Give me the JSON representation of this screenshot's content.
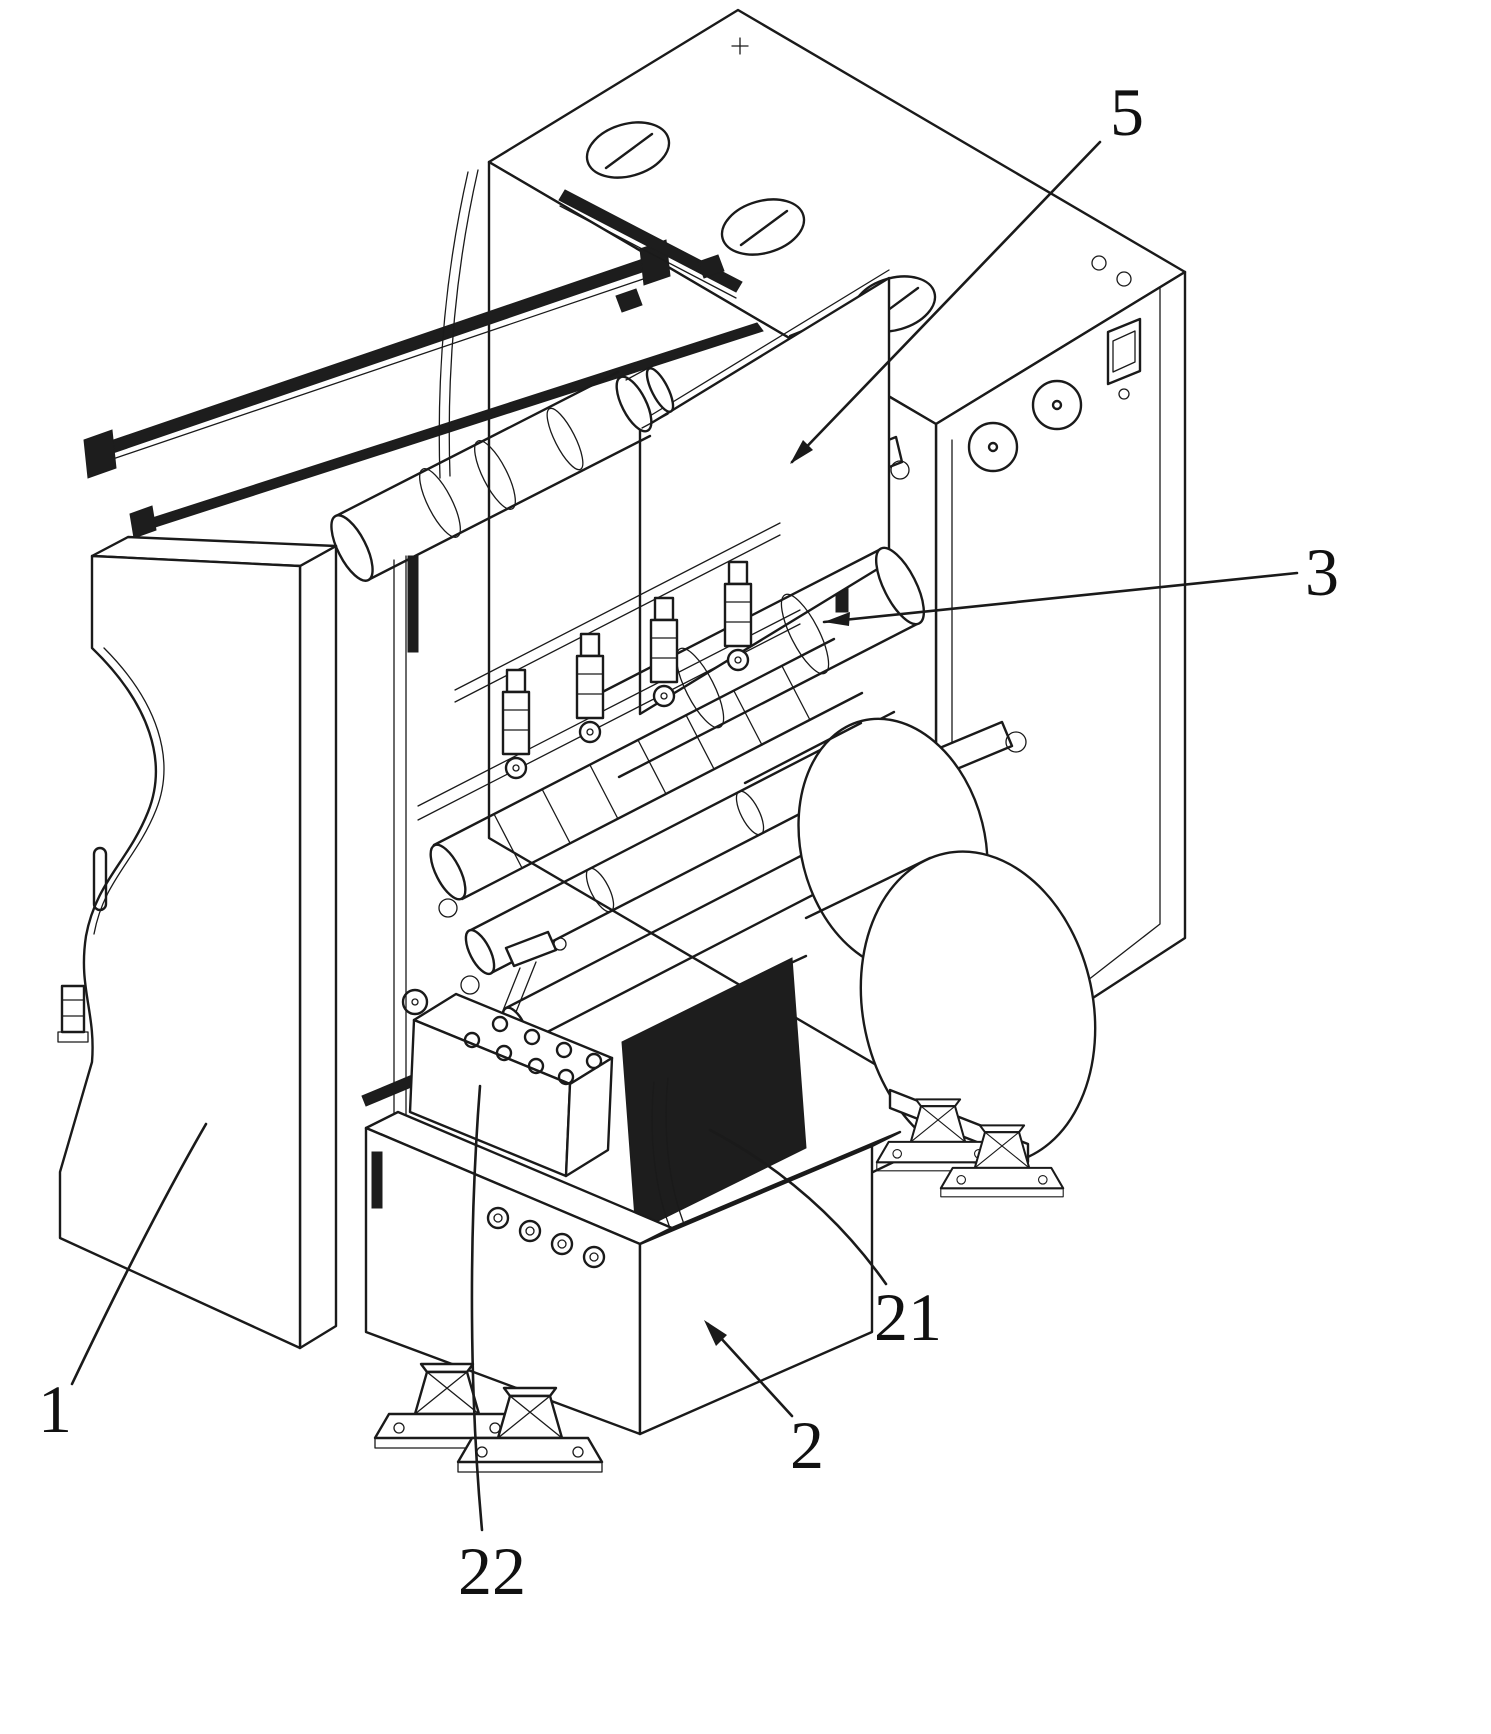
{
  "figure": {
    "background_color": "#ffffff",
    "line_color": "#1a1a1a",
    "labels": {
      "n1": "1",
      "n2": "2",
      "n3": "3",
      "n5": "5",
      "n21": "21",
      "n22": "22"
    }
  }
}
